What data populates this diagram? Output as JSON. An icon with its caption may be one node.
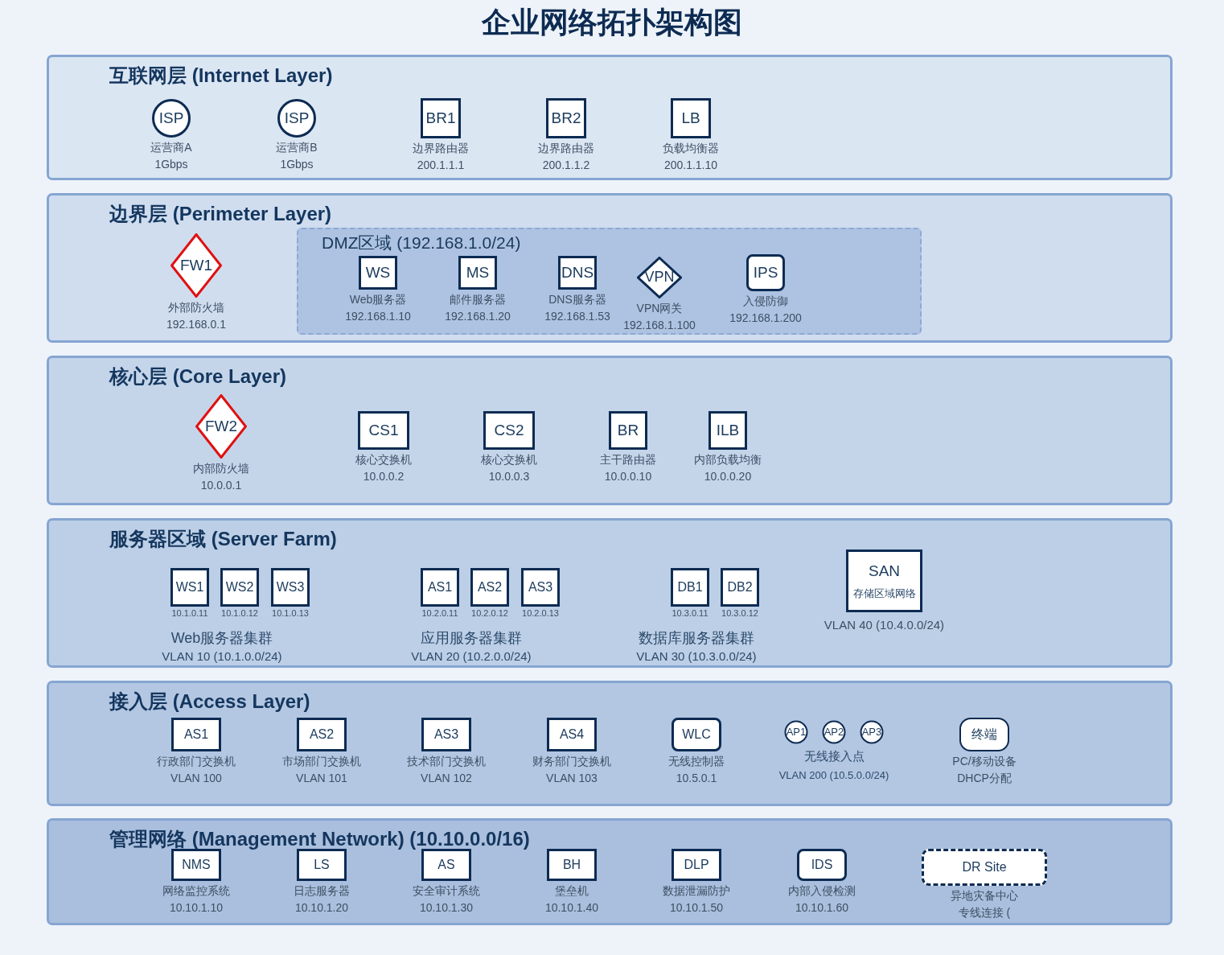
{
  "diagram": {
    "title": "企业网络拓扑架构图",
    "nodes": [
      {
        "text": [
          "互联网层 (Internet Layer)"
        ]
      },
      {
        "text": [
          "ISP"
        ],
        "in": 0,
        "beside": [
          "运营商A",
          "1Gbps"
        ]
      },
      {
        "text": [
          "ISP"
        ],
        "in": 0,
        "beside": [
          "运营商B",
          "1Gbps"
        ]
      },
      {
        "text": [
          "BR1"
        ],
        "in": 0,
        "beside": [
          "边界路由器",
          "200.1.1.1"
        ]
      },
      {
        "text": [
          "BR2"
        ],
        "in": 0,
        "beside": [
          "边界路由器",
          "200.1.1.2"
        ]
      },
      {
        "text": [
          "LB"
        ],
        "in": 0,
        "beside": [
          "负载均衡器",
          "200.1.1.10"
        ]
      },
      {
        "text": [
          "边界层 (Perimeter Layer)"
        ]
      },
      {
        "text": [
          "FW1"
        ],
        "in": 6,
        "beside": [
          "外部防火墙",
          "192.168.0.1"
        ]
      },
      {
        "text": [
          "DMZ区域 (192.168.1.0/24)"
        ],
        "in": 6
      },
      {
        "text": [
          "WS"
        ],
        "in": 8,
        "beside": [
          "Web服务器",
          "192.168.1.10"
        ]
      },
      {
        "text": [
          "MS"
        ],
        "in": 8,
        "beside": [
          "邮件服务器",
          "192.168.1.20"
        ]
      },
      {
        "text": [
          "DNS"
        ],
        "in": 8,
        "beside": [
          "DNS服务器",
          "192.168.1.53"
        ]
      },
      {
        "text": [
          "VPN"
        ],
        "in": 8,
        "beside": [
          "VPN网关",
          "192.168.1.100"
        ]
      },
      {
        "text": [
          "IPS"
        ],
        "in": 8,
        "beside": [
          "入侵防御",
          "192.168.1.200"
        ]
      },
      {
        "text": [
          "核心层 (Core Layer)"
        ]
      },
      {
        "text": [
          "FW2"
        ],
        "in": 14,
        "beside": [
          "内部防火墙",
          "10.0.0.1"
        ]
      },
      {
        "text": [
          "CS1"
        ],
        "in": 14,
        "beside": [
          "核心交换机",
          "10.0.0.2"
        ]
      },
      {
        "text": [
          "CS2"
        ],
        "in": 14,
        "beside": [
          "核心交换机",
          "10.0.0.3"
        ]
      },
      {
        "text": [
          "BR"
        ],
        "in": 14,
        "beside": [
          "主干路由器",
          "10.0.0.10"
        ]
      },
      {
        "text": [
          "ILB"
        ],
        "in": 14,
        "beside": [
          "内部负载均衡",
          "10.0.0.20"
        ]
      },
      {
        "text": [
          "服务器区域 (Server Farm)"
        ]
      },
      {
        "text": [
          "WS1"
        ],
        "in": 20,
        "beside": [
          "10.1.0.11"
        ]
      },
      {
        "text": [
          "WS2"
        ],
        "in": 20,
        "beside": [
          "10.1.0.12"
        ]
      },
      {
        "text": [
          "WS3"
        ],
        "in": 20,
        "beside": [
          "10.1.0.13"
        ]
      },
      {
        "text": [
          "AS1"
        ],
        "in": 20,
        "beside": [
          "10.2.0.11"
        ]
      },
      {
        "text": [
          "AS2"
        ],
        "in": 20,
        "beside": [
          "10.2.0.12"
        ]
      },
      {
        "text": [
          "AS3"
        ],
        "in": 20,
        "beside": [
          "10.2.0.13"
        ]
      },
      {
        "text": [
          "DB1"
        ],
        "in": 20,
        "beside": [
          "10.3.0.11"
        ]
      },
      {
        "text": [
          "DB2"
        ],
        "in": 20,
        "beside": [
          "10.3.0.12"
        ]
      },
      {
        "text": [
          "SAN",
          "存储区域网络"
        ],
        "in": 20,
        "beside": [
          "VLAN 40 (10.4.0.0/24)"
        ]
      },
      {
        "text": [
          "接入层 (Access Layer)"
        ]
      },
      {
        "text": [
          "AS1"
        ],
        "in": 30,
        "beside": [
          "行政部门交换机",
          "VLAN 100"
        ]
      },
      {
        "text": [
          "AS2"
        ],
        "in": 30,
        "beside": [
          "市场部门交换机",
          "VLAN 101"
        ]
      },
      {
        "text": [
          "AS3"
        ],
        "in": 30,
        "beside": [
          "技术部门交换机",
          "VLAN 102"
        ]
      },
      {
        "text": [
          "AS4"
        ],
        "in": 30,
        "beside": [
          "财务部门交换机",
          "VLAN 103"
        ]
      },
      {
        "text": [
          "WLC"
        ],
        "in": 30,
        "beside": [
          "无线控制器",
          "10.5.0.1"
        ]
      },
      {
        "text": [
          "AP1"
        ],
        "in": 30
      },
      {
        "text": [
          "AP2"
        ],
        "in": 30
      },
      {
        "text": [
          "AP3"
        ],
        "in": 30
      },
      {
        "text": [
          "终端"
        ],
        "in": 30,
        "beside": [
          "PC/移动设备",
          "DHCP分配"
        ]
      },
      {
        "text": [
          "管理网络 (Management Network) (10.10.0.0/16)"
        ]
      },
      {
        "text": [
          "NMS"
        ],
        "in": 40,
        "beside": [
          "网络监控系统",
          "10.10.1.10"
        ]
      },
      {
        "text": [
          "LS"
        ],
        "in": 40,
        "beside": [
          "日志服务器",
          "10.10.1.20"
        ]
      },
      {
        "text": [
          "AS"
        ],
        "in": 40,
        "beside": [
          "安全审计系统",
          "10.10.1.30"
        ]
      },
      {
        "text": [
          "BH"
        ],
        "in": 40,
        "beside": [
          "堡垒机",
          "10.10.1.40"
        ]
      },
      {
        "text": [
          "DLP"
        ],
        "in": 40,
        "beside": [
          "数据泄漏防护",
          "10.10.1.50"
        ]
      },
      {
        "text": [
          "IDS"
        ],
        "in": 40,
        "beside": [
          "内部入侵检测",
          "10.10.1.60"
        ]
      },
      {
        "text": [
          "DR Site"
        ],
        "in": 40,
        "beside": [
          "异地灾备中心",
          "专线连接 ("
        ]
      }
    ],
    "labels": [
      "Web服务器集群",
      "VLAN 10 (10.1.0.0/24)",
      "应用服务器集群",
      "VLAN 20 (10.2.0.0/24)",
      "数据库服务器集群",
      "VLAN 30 (10.3.0.0/24)",
      "无线接入点",
      "VLAN 200 (10.5.0.0/24)"
    ]
  }
}
